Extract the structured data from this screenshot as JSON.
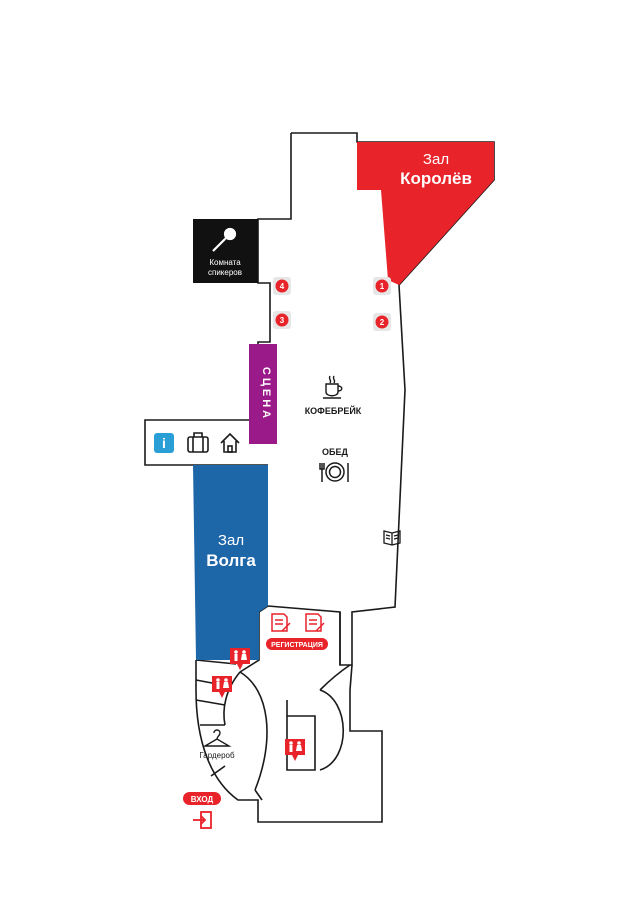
{
  "map": {
    "halls": {
      "korolev": {
        "prefix": "Зал",
        "name": "Королёв",
        "color": "#e8232a"
      },
      "volga": {
        "prefix": "Зал",
        "name": "Волга",
        "color": "#1d66a8"
      }
    },
    "speakers_room": {
      "line1": "Комната",
      "line2": "спикеров",
      "color": "#111111"
    },
    "stage": {
      "label": "СЦЕНА",
      "color": "#9b1a8a"
    },
    "coffee_break": {
      "label": "КОФЕБРЕЙК"
    },
    "lunch": {
      "label": "ОБЕД"
    },
    "registration": {
      "label": "РЕГИСТРАЦИЯ"
    },
    "wardrobe": {
      "label": "Гардероб"
    },
    "entrance": {
      "label": "ВХОД"
    },
    "stands": [
      "1",
      "2",
      "3",
      "4"
    ],
    "accent_red": "#e8232a",
    "info_blue": "#2a9fd6",
    "icons": [
      "microphone-icon",
      "coffee-cup-icon",
      "plate-cutlery-icon",
      "info-icon",
      "luggage-icon",
      "home-icon",
      "book-icon",
      "registration-form-icon",
      "restroom-icon",
      "hanger-icon",
      "exit-door-icon"
    ]
  }
}
